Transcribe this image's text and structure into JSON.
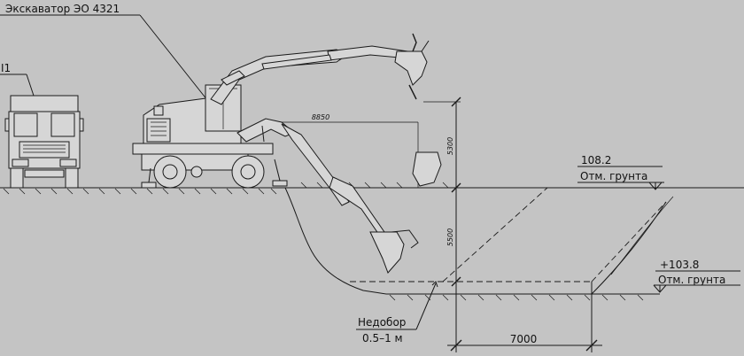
{
  "labels": {
    "excavator": "Экскаватор ЭО 4321",
    "truck_tag": "I1",
    "top_elev": "108.2",
    "top_ground": "Отм. грунта",
    "bottom_elev": "+103.8",
    "bottom_ground": "Отм. грунта",
    "underexcavation": "Недобор",
    "underexcavation_range": "0.5–1 м",
    "width_dim": "7000",
    "reach_dim": "8850",
    "height_dim": "5300",
    "depth_dim": "5500"
  }
}
